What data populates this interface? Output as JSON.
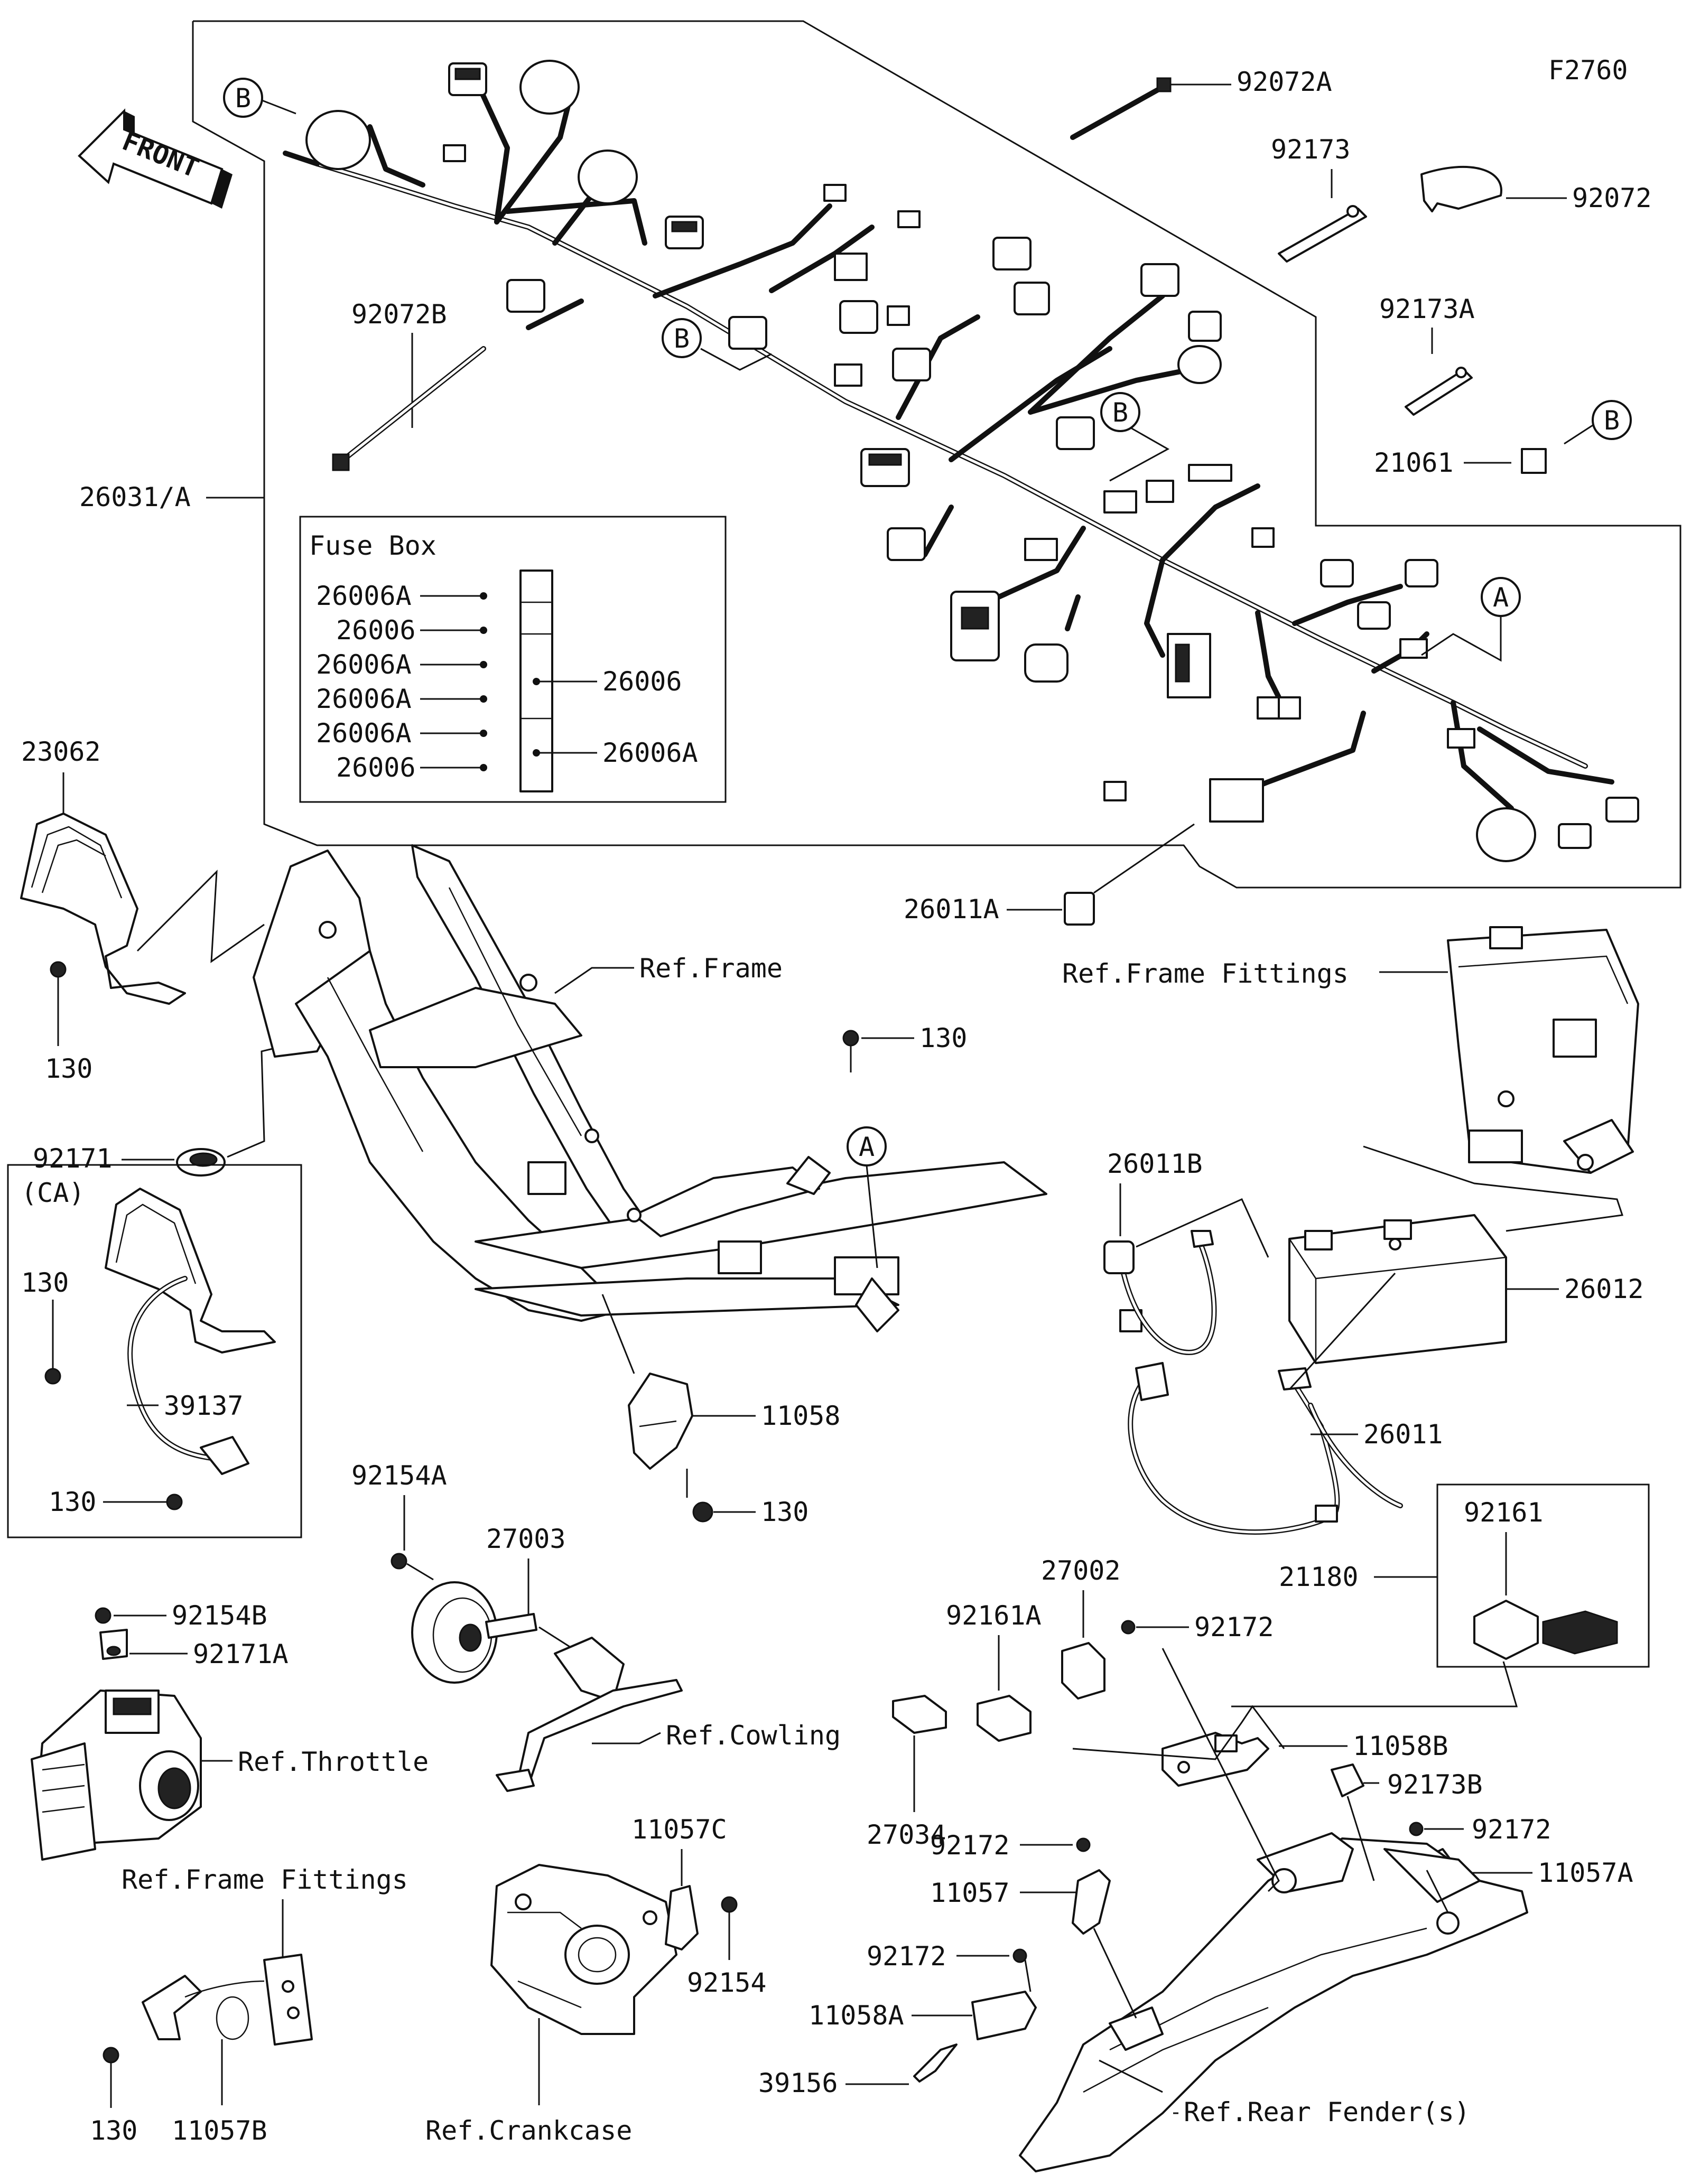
{
  "figure_code": "F2760",
  "front_label": "FRONT",
  "callouts": {
    "a": "A",
    "b": "B",
    "ca": "(CA)"
  },
  "fuse_box": {
    "title": "Fuse Box",
    "left_labels": [
      "26006A",
      "26006",
      "26006A",
      "26006A",
      "26006A",
      "26006"
    ],
    "right_labels": [
      "26006",
      "26006A"
    ]
  },
  "parts": {
    "p92072A": "92072A",
    "p92173": "92173",
    "p92072": "92072",
    "p92173A": "92173A",
    "p21061": "21061",
    "p92072B": "92072B",
    "p26031": "26031/A",
    "p26011A": "26011A",
    "p23062": "23062",
    "p130_a": "130",
    "p92171": "92171",
    "p130_b": "130",
    "p130_ca1": "130",
    "p39137": "39137",
    "p130_ca2": "130",
    "p11058": "11058",
    "p130_c": "130",
    "p26011B": "26011B",
    "p26012": "26012",
    "p26011": "26011",
    "p92154A": "92154A",
    "p27003": "27003",
    "p92154B": "92154B",
    "p92171A": "92171A",
    "p27002": "27002",
    "p92161A": "92161A",
    "p92172_a": "92172",
    "p92161": "92161",
    "p21180": "21180",
    "p11058B": "11058B",
    "p27034": "27034",
    "p92173B": "92173B",
    "p92172_b": "92172",
    "p11057A": "11057A",
    "p92172_c": "92172",
    "p11057": "11057",
    "p11057C": "11057C",
    "p92154": "92154",
    "p92172_d": "92172",
    "p11058A": "11058A",
    "p39156": "39156",
    "p130_d": "130",
    "p11057B": "11057B"
  },
  "refs": {
    "frame": "Ref.Frame",
    "frame_fittings": "Ref.Frame Fittings",
    "throttle": "Ref.Throttle",
    "cowling": "Ref.Cowling",
    "frame_fittings_2": "Ref.Frame Fittings",
    "crankcase": "Ref.Crankcase",
    "rear_fender": "Ref.Rear Fender(s)"
  }
}
